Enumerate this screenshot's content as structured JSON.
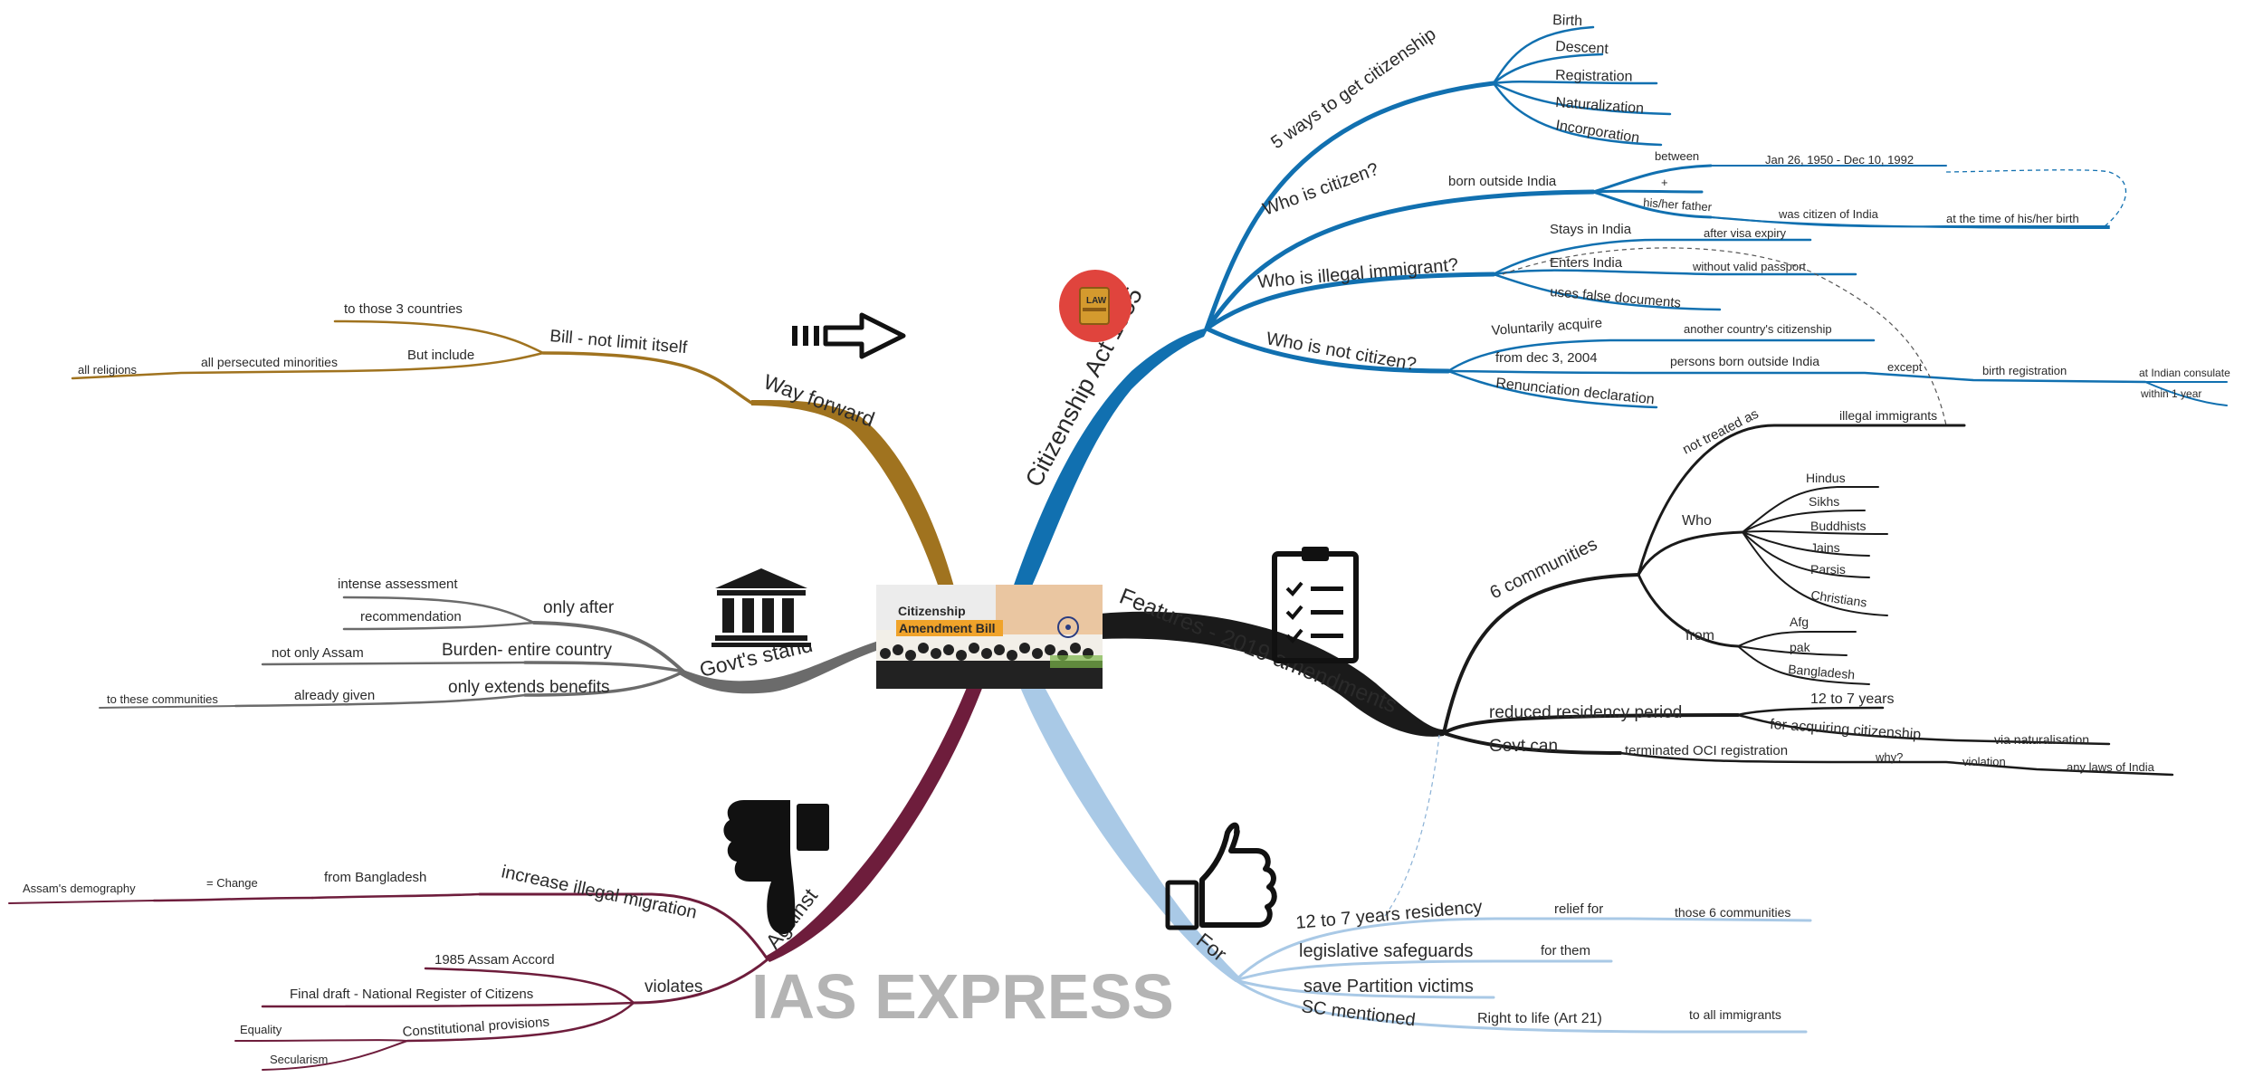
{
  "center": {
    "title_line1": "Citizenship",
    "title_line2": "Amendment Bill"
  },
  "watermark": "IAS EXPRESS",
  "colors": {
    "citizenship_act": "#1170b0",
    "features": "#1a1a1a",
    "for": "#a9c9e6",
    "against": "#6e1d3c",
    "govt_stand": "#6b6b6b",
    "way_forward": "#a0731f",
    "law_badge": "#e0443d"
  },
  "icons": {
    "law_book": "law-book-icon",
    "arrow": "arrow-right-icon",
    "building": "government-building-icon",
    "clipboard": "checklist-clipboard-icon",
    "thumbs_down": "thumbs-down-icon",
    "thumbs_up": "thumbs-up-icon"
  },
  "law_badge_text": "LAW",
  "branches": {
    "citizenship_act": {
      "label": "Citizenship Act 1955",
      "five_ways": {
        "label": "5 ways to get citizenship",
        "items": [
          "Birth",
          "Descent",
          "Registration",
          "Naturalization",
          "Incorporation"
        ]
      },
      "who_citizen": {
        "label": "Who is citizen?",
        "born_outside": "born outside India",
        "between": "between",
        "dates": "Jan 26, 1950 - Dec 10, 1992",
        "plus": "+",
        "father": "his/her father",
        "was_citizen": "was citizen of India",
        "at_time": "at the time of his/her birth"
      },
      "illegal": {
        "label": "Who is illegal immigrant?",
        "stays": "Stays in India",
        "after_visa": "after visa expiry",
        "enters": "Enters India",
        "without_passport": "without valid passport",
        "false_docs": "uses false documents"
      },
      "not_citizen": {
        "label": "Who is not citizen?",
        "voluntarily": "Voluntarily acquire",
        "another_country": "another country's citizenship",
        "from_dec": "from dec 3, 2004",
        "persons_born": "persons born outside India",
        "except": "except",
        "birth_reg": "birth registration",
        "at_consulate": "at Indian consulate",
        "within_year": "within 1 year",
        "renunciation": "Renunciation declaration"
      }
    },
    "features": {
      "label": "Features - 2019 amendments",
      "six_communities": {
        "label": "6 communities",
        "not_treated": "not treated as",
        "illegal_immigrants": "illegal immigrants",
        "who": "Who",
        "who_items": [
          "Hindus",
          "Sikhs",
          "Buddhists",
          "Jains",
          "Parsis",
          "Christians"
        ],
        "from": "from",
        "from_items": [
          "Afg",
          "pak",
          "Bangladesh"
        ]
      },
      "reduced": {
        "label": "reduced residency period",
        "years": "12 to 7 years",
        "for_acquiring": "for acquiring citizenship",
        "via": "via naturalisation"
      },
      "govt_can": {
        "label": "Govt can",
        "terminated": "terminated OCI registration",
        "why": "why?",
        "violation": "violation",
        "any_laws": "any laws of India"
      }
    },
    "for_branch": {
      "label": "For",
      "residency": "12 to 7 years residency",
      "relief": "relief for",
      "those_six": "those 6 communities",
      "safeguards": "legislative safeguards",
      "for_them": "for them",
      "partition": "save Partition victims",
      "sc": "SC mentioned",
      "right_life": "Right to life (Art 21)",
      "all_immigrants": "to all immigrants"
    },
    "against": {
      "label": "Against",
      "increase": "increase illegal migration",
      "from_bd": "from Bangladesh",
      "change": "= Change",
      "demography": "Assam's demography",
      "violates": "violates",
      "accord": "1985 Assam Accord",
      "nrc": "Final draft - National Register of Citizens",
      "constitutional": "Constitutional provisions",
      "equality": "Equality",
      "secularism": "Secularism"
    },
    "govt_stand": {
      "label": "Govt's stand",
      "only_after": "only after",
      "intense": "intense assessment",
      "recommendation": "recommendation",
      "burden": "Burden- entire country",
      "not_only": "not only Assam",
      "extends": "only extends benefits",
      "already": "already given",
      "to_these": "to these communities"
    },
    "way_forward": {
      "label": "Way forward",
      "bill": "Bill - not limit itself",
      "to_three": "to those 3 countries",
      "but_include": "But include",
      "persecuted": "all persecuted minorities",
      "all_religions": "all religions"
    }
  }
}
